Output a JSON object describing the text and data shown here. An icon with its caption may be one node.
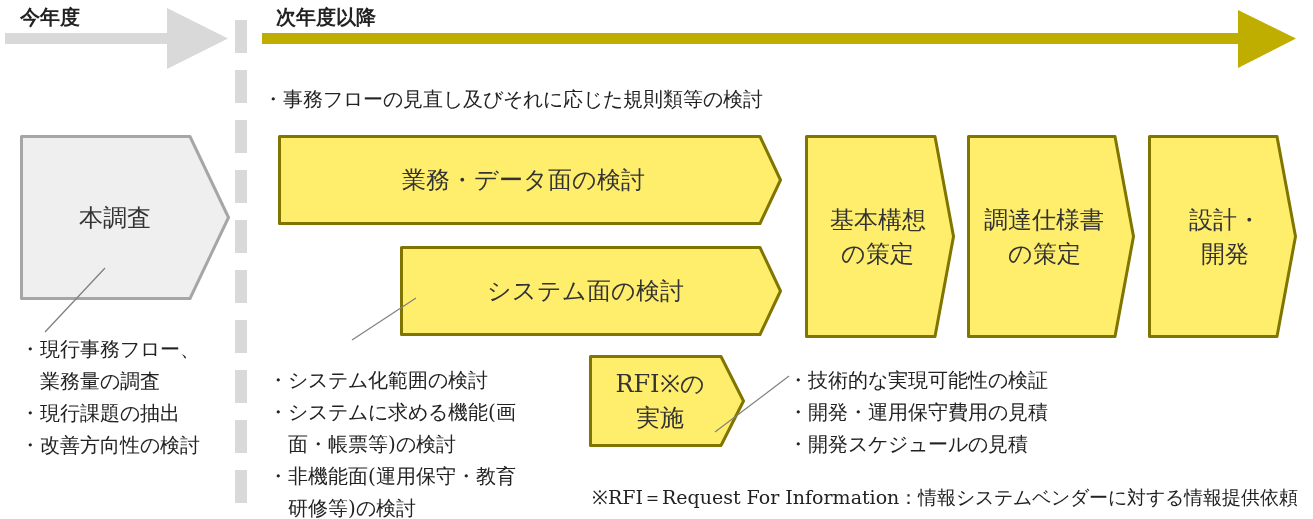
{
  "diagram": {
    "nodes": [
      {
        "text": [
          "本調査"
        ]
      },
      {
        "text": [
          "業務・データ面の検討"
        ]
      },
      {
        "text": [
          "システム面の検討"
        ]
      },
      {
        "text": [
          "基本構想の策定"
        ]
      },
      {
        "text": [
          "調達仕様書の策定"
        ]
      },
      {
        "text": [
          "設計・開発"
        ]
      },
      {
        "text": [
          "RFI※の実施"
        ]
      },
      {
        "text": [
          "・現行事務フロー、業務量の調査",
          "・現行課題の抽出",
          "・改善方向性の検討"
        ]
      },
      {
        "text": [
          "・システム化範囲の検討",
          "・システムに求める機能(画面・帳票等)の検討",
          "・非機能面(運用保守・教育研修等)の検討"
        ]
      },
      {
        "text": [
          "・技術的な実現可能性の検証",
          "・開発・運用保守費用の見積",
          "・開発スケジュールの見積"
        ]
      }
    ],
    "edges": [
      {
        "from": 7,
        "to": 0,
        "arrow": "none"
      },
      {
        "from": 8,
        "to": 2,
        "arrow": "none"
      },
      {
        "from": 9,
        "to": 6,
        "arrow": "none"
      }
    ],
    "labels": [
      "今年度",
      "次年度以降",
      "・事務フローの見直し及びそれに応じた規則類等の検討",
      "※RFI＝Request For Information：情報システムベンダーに対する情報提供依頼"
    ]
  }
}
